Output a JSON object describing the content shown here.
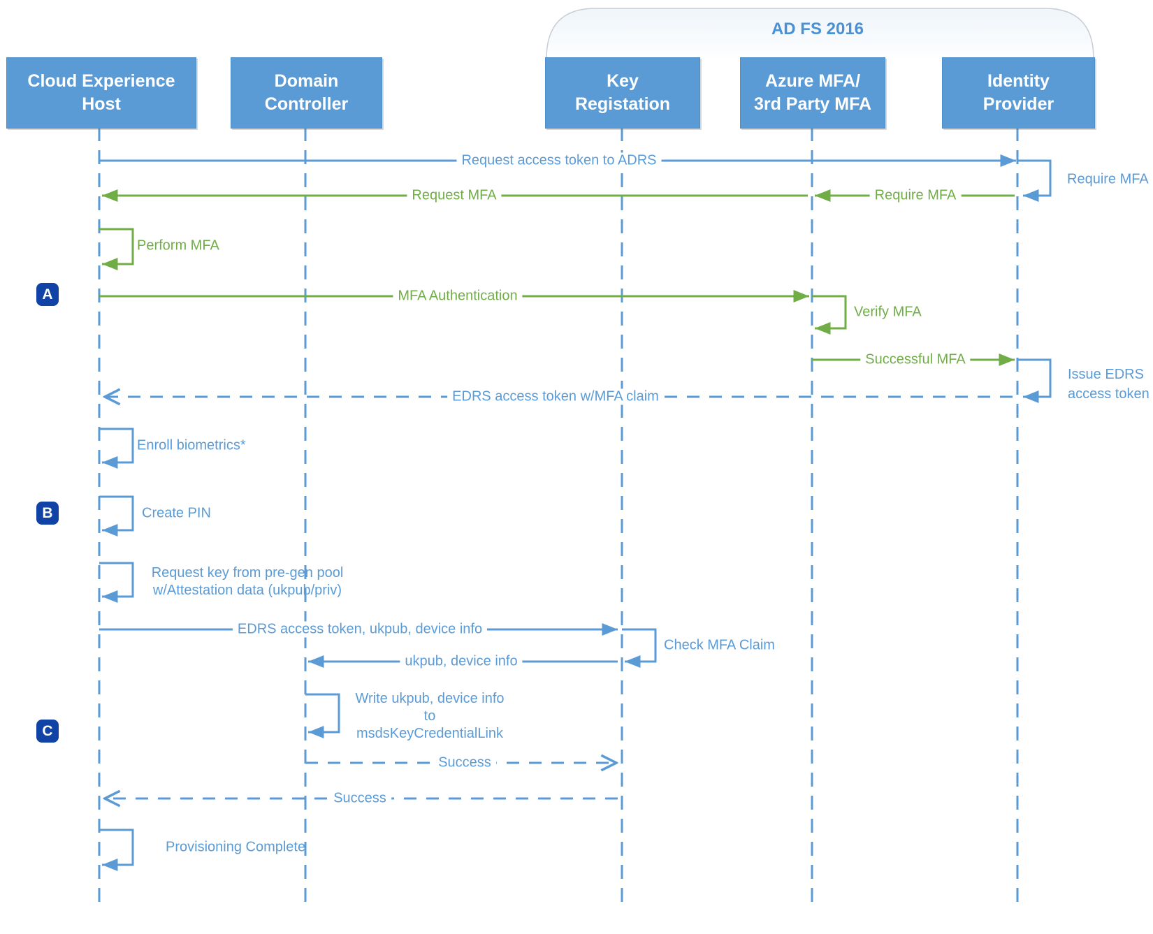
{
  "group": {
    "label": "AD FS 2016"
  },
  "actors": [
    {
      "line1": "Cloud Experience",
      "line2": "Host"
    },
    {
      "line1": "Domain",
      "line2": "Controller"
    },
    {
      "line1": "Key",
      "line2": "Registation"
    },
    {
      "line1": "Azure MFA/",
      "line2": "3rd Party MFA"
    },
    {
      "line1": "Identity",
      "line2": "Provider"
    }
  ],
  "messages": {
    "request_access_token": "Request access token to ADRS",
    "require_mfa_side": "Require MFA",
    "require_mfa": "Require MFA",
    "request_mfa": "Request MFA",
    "perform_mfa": "Perform MFA",
    "mfa_authentication": "MFA Authentication",
    "verify_mfa": "Verify MFA",
    "successful_mfa": "Successful MFA",
    "issue_edrs_line1": "Issue EDRS",
    "issue_edrs_line2": "access token",
    "edrs_token_claim": "EDRS access token w/MFA claim",
    "enroll_biometrics": "Enroll biometrics*",
    "create_pin": "Create PIN",
    "request_key_line1": "Request key from pre-gen pool",
    "request_key_line2": "w/Attestation data (ukpub/priv)",
    "edrs_ukpub_device": "EDRS access token, ukpub, device info",
    "check_mfa_claim": "Check MFA Claim",
    "ukpub_device": "ukpub, device info",
    "write_ukpub_line1": "Write ukpub, device info",
    "write_ukpub_line2": "to",
    "write_ukpub_line3": "msdsKeyCredentialLink",
    "success_dc_to_keyreg": "Success",
    "success_keyreg_to_ceh": "Success",
    "provisioning_complete": "Provisioning Complete"
  },
  "badges": {
    "a": "A",
    "b": "B",
    "c": "C"
  },
  "colors": {
    "accent_blue": "#5B9BD5",
    "accent_green": "#70AD47",
    "badge_blue": "#1043A5",
    "adfs_label_blue": "#4A90D2"
  }
}
